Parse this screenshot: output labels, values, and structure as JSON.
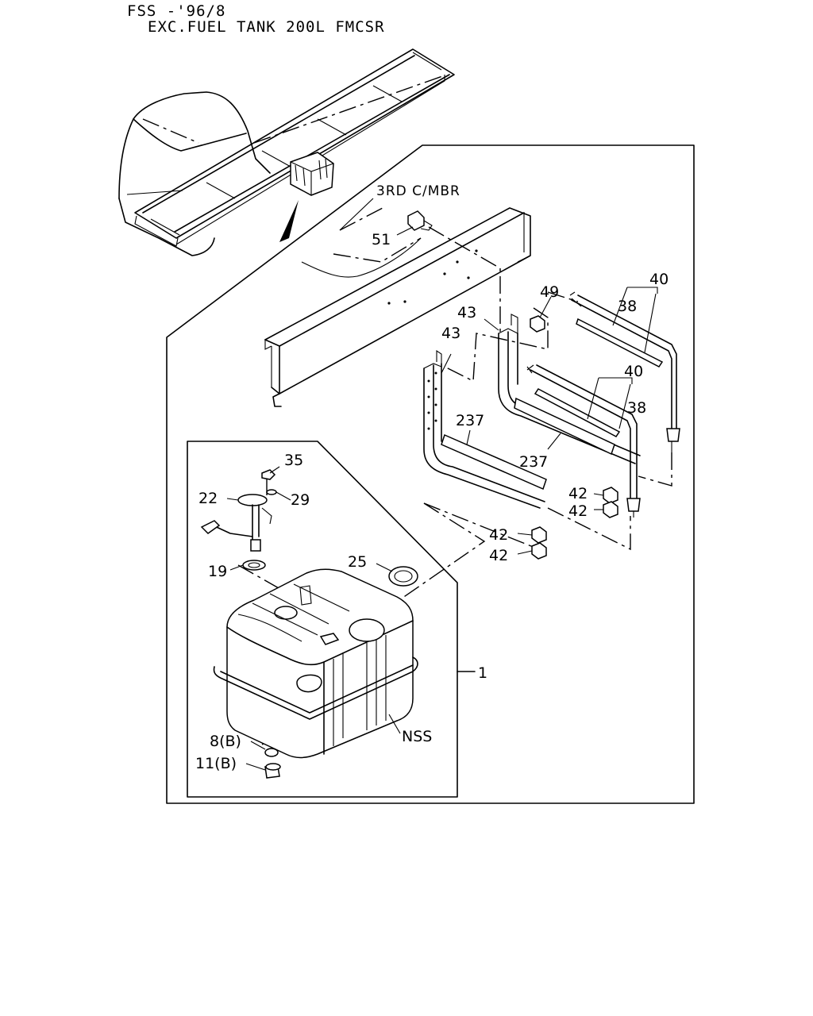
{
  "header": {
    "line1": "FSS -'96/8",
    "line2": "EXC.FUEL TANK 200L FMCSR"
  },
  "labels": {
    "frame_member": "3RD C/MBR",
    "p51": "51",
    "p49": "49",
    "p40a": "40",
    "p38a": "38",
    "p43a": "43",
    "p43b": "43",
    "p40b": "40",
    "p38b": "38",
    "p237a": "237",
    "p237b": "237",
    "p42a": "42",
    "p42b": "42",
    "p42c": "42",
    "p42d": "42",
    "p35": "35",
    "p29": "29",
    "p22": "22",
    "p19": "19",
    "p25": "25",
    "p1": "1",
    "nss": "NSS",
    "p8": "8(B)",
    "p11": "11(B)"
  }
}
